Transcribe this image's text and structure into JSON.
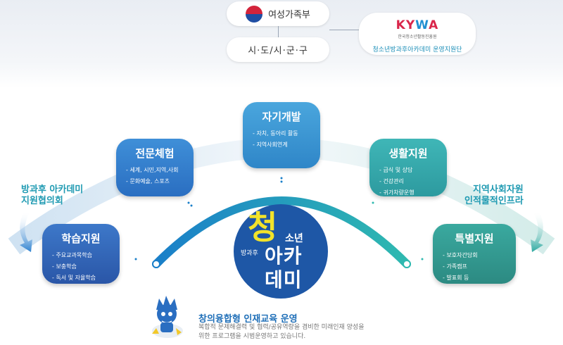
{
  "org": {
    "ministry": "여성가족부",
    "sido": "시·도/시·군·구",
    "kywa_logo_main": "KY",
    "kywa_logo_w": "W",
    "kywa_logo_end": "A",
    "kywa_sub": "한국청소년활동진흥원",
    "kywa_caption": "청소년방과후아카데미 운영지원단"
  },
  "side_labels": {
    "left_line1": "방과후 아카데미",
    "left_line2": "지원협의회",
    "right_line1": "지역사회자원",
    "right_line2": "인적물적인프라"
  },
  "cards": {
    "self": {
      "title": "자기개발",
      "items": [
        "자치, 동아리 활동",
        "지역사회연계"
      ]
    },
    "expert": {
      "title": "전문체험",
      "items": [
        "세계, 시민,지역,사회",
        "문화예술, 스포츠"
      ]
    },
    "life": {
      "title": "생활지원",
      "items": [
        "급식 및 상담",
        "건강관리",
        "귀가차량운행"
      ]
    },
    "learn": {
      "title": "학습지원",
      "items": [
        "주요교과목학습",
        "보충학습",
        "독서 및 자율학습"
      ]
    },
    "special": {
      "title": "특별지원",
      "items": [
        "보호자간담회",
        "가족캠프",
        "발표회 등"
      ]
    }
  },
  "logo": {
    "che": "청",
    "sonyeon": "소년",
    "banggwahu": "방과후",
    "aka": "아카",
    "demi": "데미"
  },
  "footer": {
    "title": "창의융합형 인재교육 운영",
    "line1": "복합적 문제해결력 및 협력/공유역량을 겸비한 미래인재 양성을",
    "line2": "위한 프로그램을 시범운영하고 있습니다."
  },
  "colors": {
    "arc_start": "#1a7fc9",
    "arc_end": "#2fb9b0",
    "accent_red": "#d9254a",
    "accent_blue": "#1f57a6"
  }
}
